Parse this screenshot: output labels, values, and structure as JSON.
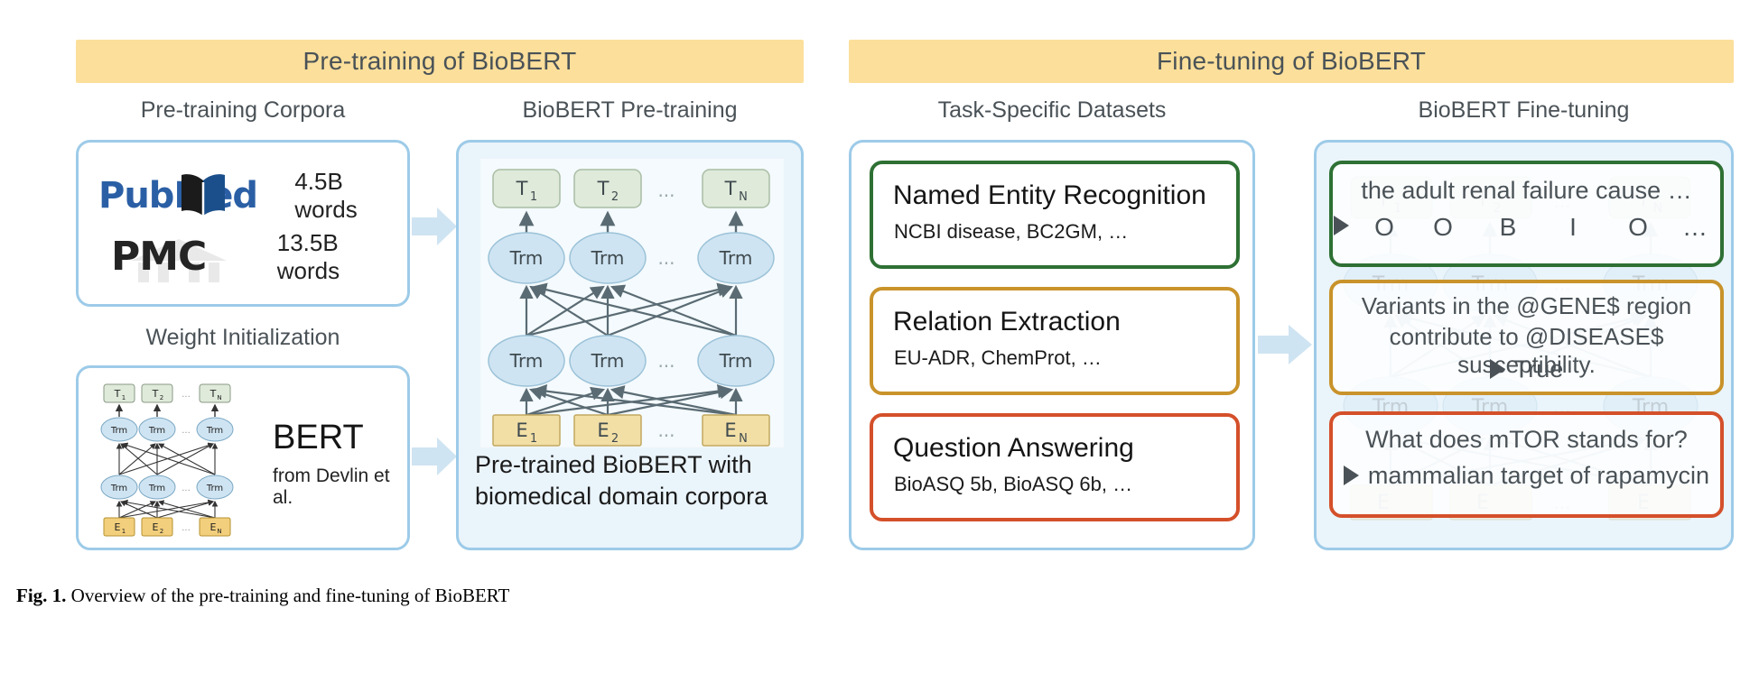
{
  "figure": {
    "caption_bold": "Fig. 1.",
    "caption_rest": "Overview of the pre-training and fine-tuning of BioBERT"
  },
  "colors": {
    "banner": "#fbdf9b",
    "card_border_blue": "#9dcbe8",
    "card_fill_blue": "#eaf4fb",
    "ner_green": "#2e7034",
    "re_gold": "#c9932b",
    "qa_orange": "#d4502a",
    "token_box_green": "#dfeada",
    "embed_box_yellow": "#f2dfa6",
    "trm_blue": "#cfe4f2",
    "text_gray": "#4a5257",
    "pubmed_blue": "#2b5fa5",
    "arrow_blue": "#cfe4f2"
  },
  "left": {
    "banner": "Pre-training of BioBERT",
    "corpora_caption": "Pre-training Corpora",
    "corpora": [
      {
        "logo": "PubMed",
        "logo_text": "PubMed",
        "words": "4.5B words"
      },
      {
        "logo": "PMC",
        "logo_text": "PMC",
        "words": "13.5B words"
      }
    ],
    "weight_caption": "Weight Initialization",
    "bert_label": "BERT",
    "bert_sub": "from Devlin et al.",
    "pretrain_caption": "BioBERT Pre-training",
    "pretrain_text_line1": "Pre-trained BioBERT with",
    "pretrain_text_line2": "biomedical domain corpora"
  },
  "right": {
    "banner": "Fine-tuning of BioBERT",
    "datasets_caption": "Task-Specific Datasets",
    "finetune_caption": "BioBERT Fine-tuning",
    "tasks": [
      {
        "title": "Named Entity Recognition",
        "datasets": "NCBI disease, BC2GM, …",
        "color": "#2e7034"
      },
      {
        "title": "Relation Extraction",
        "datasets": "EU-ADR, ChemProt, …",
        "color": "#c9932b"
      },
      {
        "title": "Question Answering",
        "datasets": "BioASQ 5b, BioASQ 6b, …",
        "color": "#d4502a"
      }
    ],
    "outputs": {
      "ner": {
        "sentence": "the adult renal failure cause …",
        "tags": [
          "O",
          "O",
          "B",
          "I",
          "O",
          "…"
        ]
      },
      "re": {
        "line1": "Variants in the @GENE$ region",
        "line2": "contribute to @DISEASE$ susceptibility.",
        "answer": "True"
      },
      "qa": {
        "question": "What does mTOR stands for?",
        "answer": "mammalian target of rapamycin"
      }
    }
  },
  "diagram": {
    "token_labels": [
      "T₁",
      "T₂",
      "…",
      "T N"
    ],
    "token_base": "T",
    "token_subs": [
      "1",
      "2",
      "N"
    ],
    "trm_label": "Trm",
    "embed_base": "E",
    "embed_subs": [
      "1",
      "2",
      "N"
    ],
    "ellipsis": "…"
  }
}
